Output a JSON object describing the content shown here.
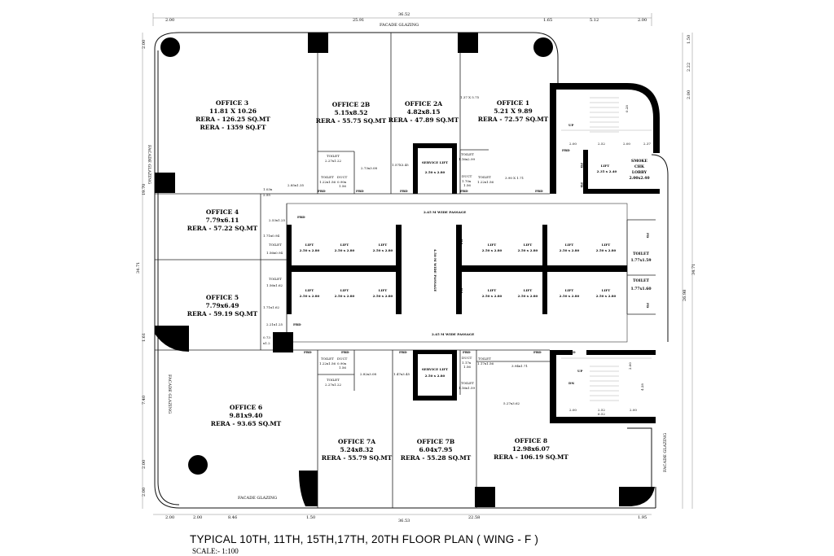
{
  "title": "TYPICAL 10TH, 11TH, 15TH,17TH, 20TH FLOOR PLAN ( WING - F )",
  "scale": "SCALE:- 1:100",
  "facade": {
    "top": "FACADE GLAZING",
    "bottom": "FACADE GLAZING",
    "left_upper": "FACADE GLAZING",
    "left_lower": "FACADE GLAZING",
    "right": "FACADE GLAZING"
  },
  "passages": {
    "upper": "2.45 M WIDE PASSAGE",
    "lower": "2.45 M WIDE PASSAGE",
    "vertical": "4.50 M WIDE PASSAGE"
  },
  "offices": [
    {
      "key": "o3",
      "name": "OFFICE 3",
      "size": "11.81 X 10.26",
      "rera": "RERA - 126.25 SQ.MT",
      "extra": "RERA - 1359 SQ.FT"
    },
    {
      "key": "o2b",
      "name": "OFFICE 2B",
      "size": "5.15x8.52",
      "rera": "RERA - 55.75 SQ.MT"
    },
    {
      "key": "o2a",
      "name": "OFFICE 2A",
      "size": "4.82x8.15",
      "rera": "RERA - 47.89 SQ.MT"
    },
    {
      "key": "o1",
      "name": "OFFICE 1",
      "size": "5.21 X 9.89",
      "rera": "RERA - 72.57 SQ.MT"
    },
    {
      "key": "o4",
      "name": "OFFICE 4",
      "size": "7.79x6.11",
      "rera": "RERA - 57.22 SQ.MT"
    },
    {
      "key": "o5",
      "name": "OFFICE 5",
      "size": "7.79x6.49",
      "rera": "RERA - 59.19 SQ.MT"
    },
    {
      "key": "o6",
      "name": "OFFICE 6",
      "size": "9.81x9.40",
      "rera": "RERA - 93.65 SQ.MT"
    },
    {
      "key": "o7a",
      "name": "OFFICE 7A",
      "size": "5.24x8.32",
      "rera": "RERA - 55.79 SQ.MT"
    },
    {
      "key": "o7b",
      "name": "OFFICE 7B",
      "size": "6.04x7.95",
      "rera": "RERA - 55.28 SQ.MT"
    },
    {
      "key": "o8",
      "name": "OFFICE 8",
      "size": "12.98x6.07",
      "rera": "RERA - 106.19 SQ.MT"
    }
  ],
  "lifts": {
    "label": "LIFT",
    "size": "2.50 x 2.80"
  },
  "service_lift": {
    "label": "SERVICE LIFT",
    "size": "2.50 x 2.80"
  },
  "smoke_lobby": {
    "l1": "SMOKE",
    "l2": "CHK",
    "l3": "LOBBY",
    "size": "2.00x2.40"
  },
  "fire_lift": {
    "label": "LIFT",
    "size": "2.35 x 2.40"
  },
  "toilets": {
    "right_upper": {
      "label": "TOILET",
      "size": "1.77x1.59"
    },
    "right_lower": {
      "label": "TOILET",
      "size": "1.77x1.60"
    }
  },
  "labels": {
    "frd": "FRD",
    "fd": "FD",
    "up": "UP",
    "dn": "DN",
    "toilet": "TOILET",
    "duct": "DUCT"
  },
  "room_dims": {
    "a": "1.37 X 5.75",
    "b": "3.90 X 1.71",
    "c": "2.73x3.08",
    "d": "1.57X3.45",
    "e": "2.85x1.35",
    "f": "2.53x1.25",
    "g": "1.71x0.94",
    "h": "1.71x1.62",
    "i": "2.21x1.25",
    "j": "2.82x3.08",
    "k": "1.47x3.45",
    "l": "3.94x1.71",
    "m": "5.27x3.62",
    "n": "1.03x",
    "o": "2.55",
    "p": "0.73",
    "q": "x1.2",
    "t1": "2.27x1.22",
    "t2": "1.22x1.56",
    "t3": "0.90x",
    "t4": "1.56",
    "t5": "1.16x2.99",
    "t6": "1.70x",
    "t7": "1.56",
    "t8": "1.22x1.56",
    "t9": "1.22x1.56",
    "t10": "2.27x1.22",
    "t11": "1.17x",
    "t12": "1.56",
    "t13": "1.17x1.56",
    "t14": "1.16x1.59",
    "t15": "1.56x0.94",
    "t16": "1.56x1.62"
  },
  "outer_dims": {
    "top": [
      "2.00",
      "25.91",
      "36.52",
      "1.65",
      "5.12",
      "2.00"
    ],
    "bottom": [
      "2.00",
      "2.00",
      "8.46",
      "1.50",
      "36.53",
      "22.58",
      "1.95"
    ],
    "left": [
      "2.00",
      "19.70",
      "34.71",
      "1.61",
      "7.40",
      "2.00",
      "2.00"
    ],
    "right": [
      "1.50",
      "2.22",
      "2.00",
      "26.98",
      "34.71"
    ],
    "stair": [
      "2.00",
      "2.52",
      "2.00",
      "2.00",
      "2.52",
      "2.00",
      "6.52",
      "2.00",
      "4.28",
      "2.37",
      "0.28"
    ]
  }
}
